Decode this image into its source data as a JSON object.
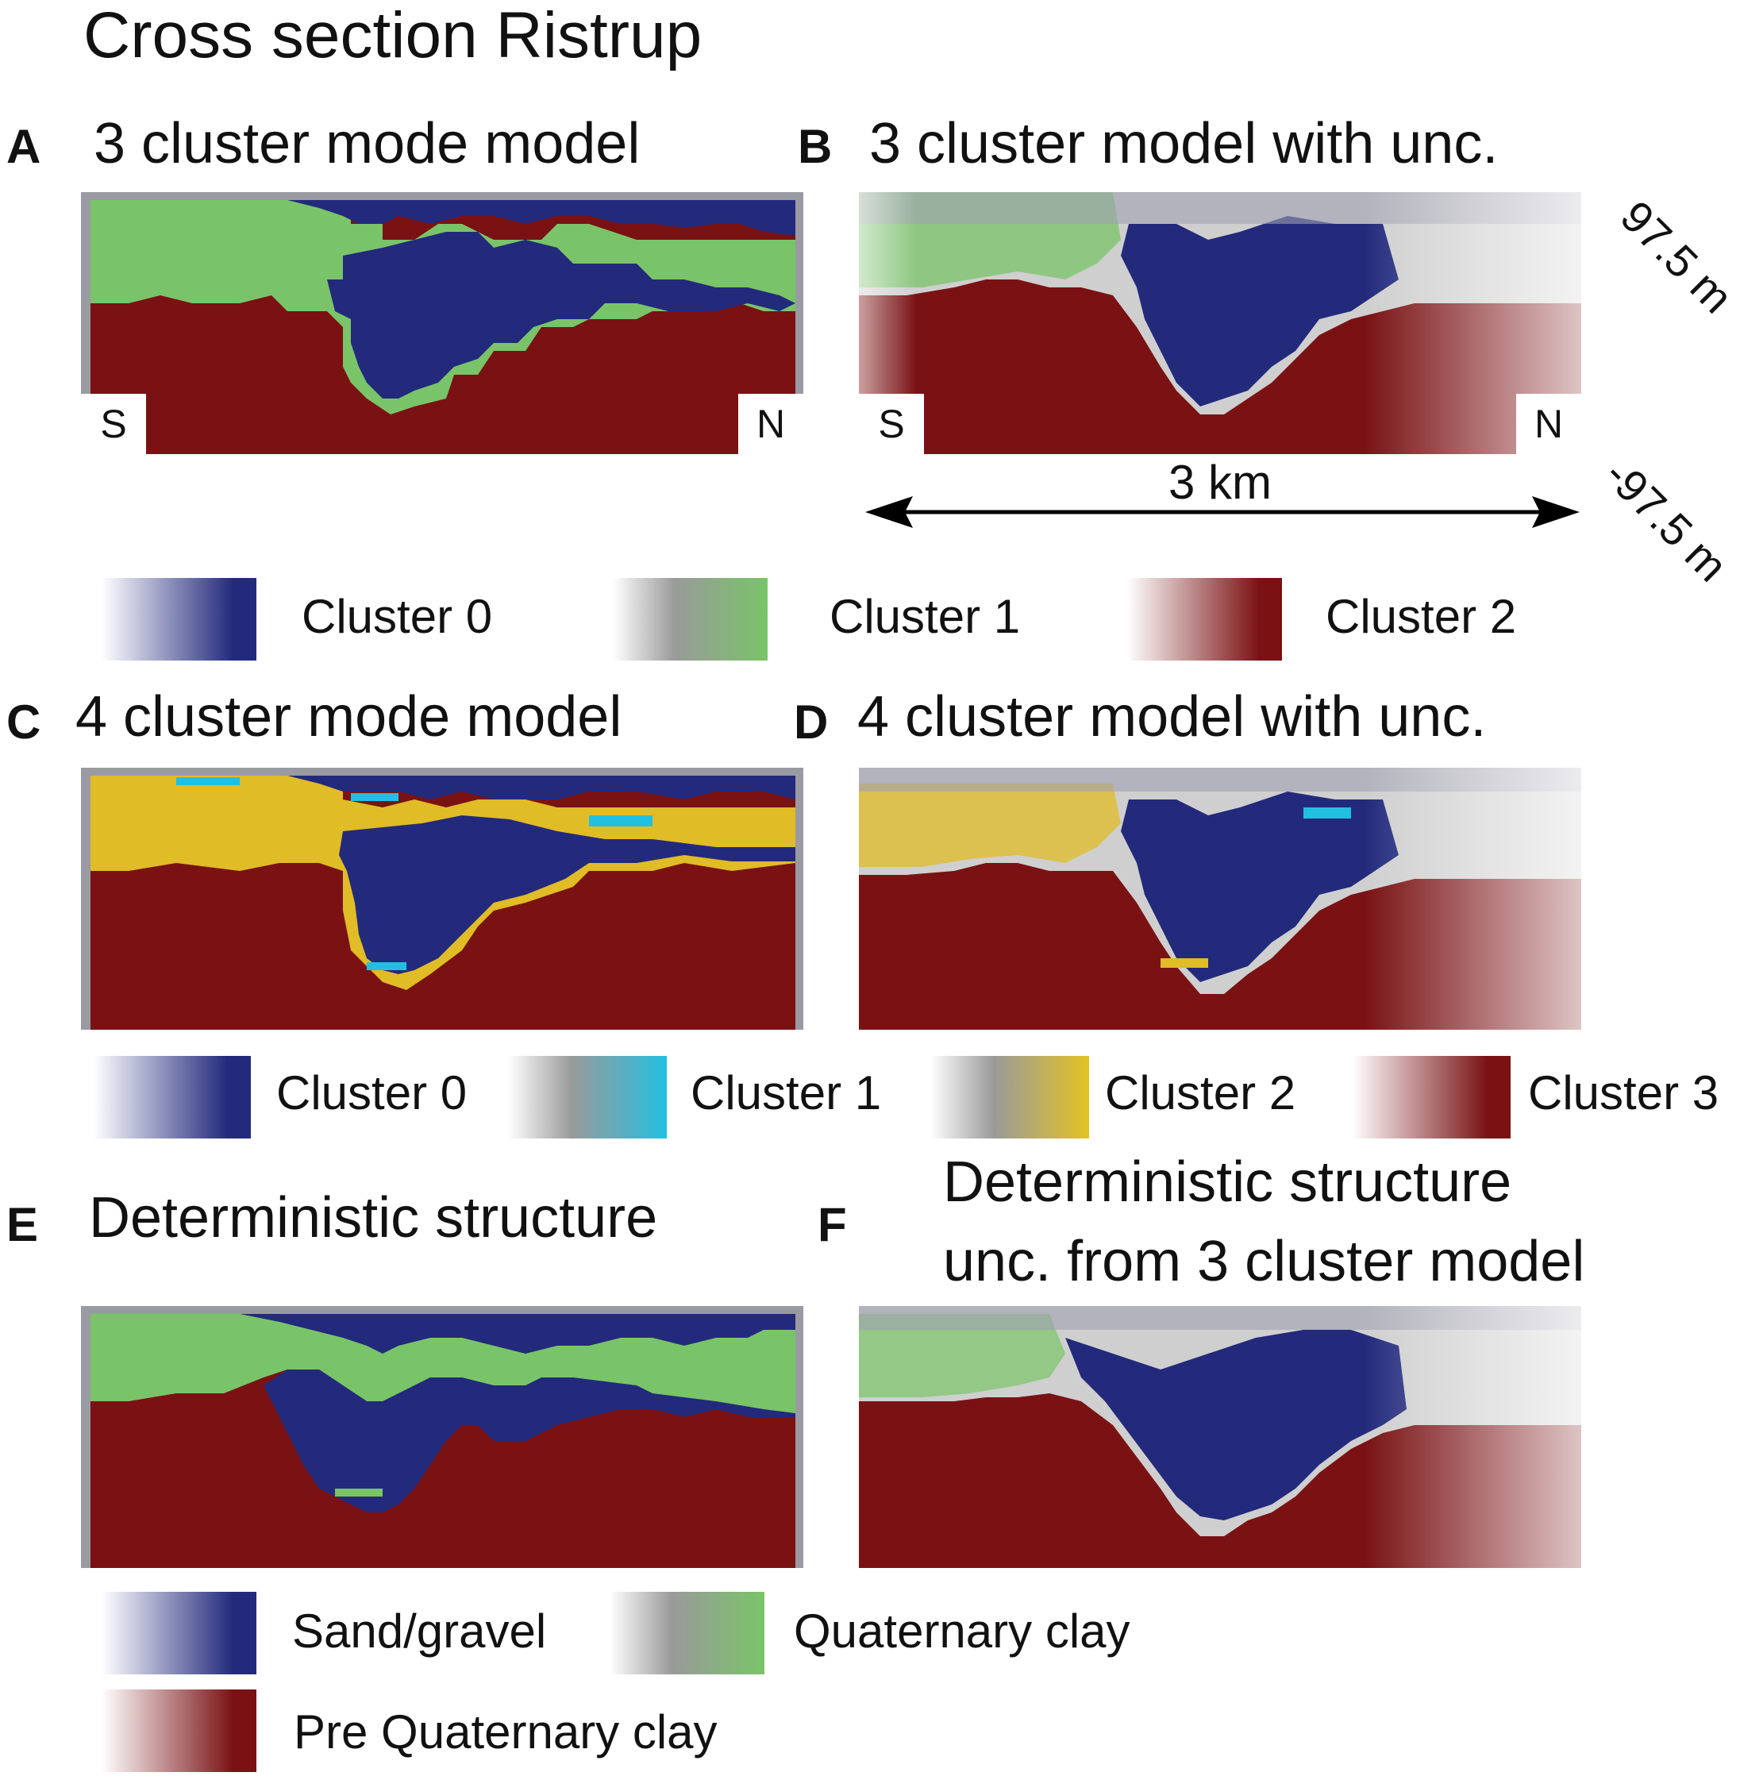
{
  "title": "Cross section Ristrup",
  "panels": {
    "A": {
      "letter": "A",
      "title": "3 cluster mode model",
      "left": "S",
      "right": "N"
    },
    "B": {
      "letter": "B",
      "title": "3 cluster model with unc.",
      "left": "S",
      "right": "N"
    },
    "C": {
      "letter": "C",
      "title": "4 cluster mode model"
    },
    "D": {
      "letter": "D",
      "title": "4 cluster model with unc."
    },
    "E": {
      "letter": "E",
      "title": "Deterministic structure"
    },
    "F": {
      "letter": "F",
      "title_line1": "Deterministic structure",
      "title_line2": "unc. from 3 cluster model"
    }
  },
  "scale": {
    "distance": "3 km",
    "top_depth": "97.5 m",
    "bottom_depth": "-97.5 m"
  },
  "legend3": [
    {
      "label": "Cluster 0",
      "color": "#232a7c"
    },
    {
      "label": "Cluster 1",
      "color": "#79c468"
    },
    {
      "label": "Cluster 2",
      "color": "#7a1214"
    }
  ],
  "legend4": [
    {
      "label": "Cluster 0",
      "color": "#232a7c"
    },
    {
      "label": "Cluster 1",
      "color": "#22c0e0"
    },
    {
      "label": "Cluster 2",
      "color": "#e3c324"
    },
    {
      "label": "Cluster 3",
      "color": "#7a1214"
    }
  ],
  "legend_struct": [
    {
      "label": "Sand/gravel",
      "color": "#232a7c"
    },
    {
      "label": "Quaternary clay",
      "color": "#79c468"
    },
    {
      "label": "Pre Quaternary clay",
      "color": "#7a1214"
    }
  ]
}
